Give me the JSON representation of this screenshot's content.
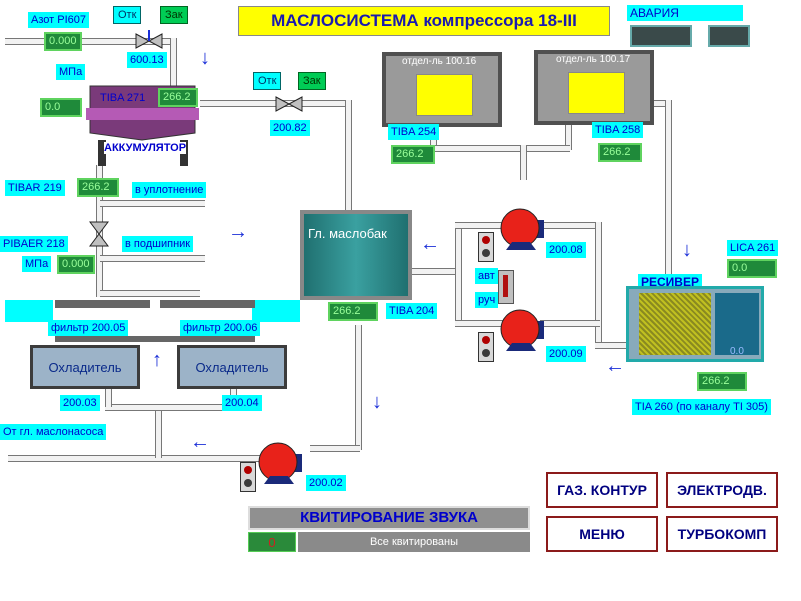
{
  "title": "МАСЛОСИСТЕМА компрессора 18-III",
  "alarm": {
    "label": "АВАРИЯ",
    "value1": "",
    "value2": ""
  },
  "nitrogen": {
    "label": "Азот PI607",
    "value": "0.000",
    "unit": "МПа",
    "left_value": "0.0"
  },
  "valve_600": {
    "open": "Отк",
    "close": "Зак",
    "id": "600.13"
  },
  "valve_200_82": {
    "open": "Отк",
    "close": "Зак",
    "id": "200.82"
  },
  "accumulator": {
    "label": "АККУМУЛЯТОР",
    "tag": "TIBA 271",
    "value": "266.2"
  },
  "tibar219": {
    "label": "TIBAR 219",
    "value": "266.2"
  },
  "pibaer218": {
    "label": "PIBAER 218",
    "unit": "МПа",
    "value": "0.000"
  },
  "to_seal": "в уплотнение",
  "to_bearing": "в подшипник",
  "filters": {
    "f1": "фильтр 200.05",
    "f2": "фильтр 200.06"
  },
  "coolers": {
    "c1": "Охладитель",
    "c2": "Охладитель",
    "id1": "200.03",
    "id2": "200.04"
  },
  "from_pump": "От гл. маслонасоса",
  "separators": {
    "s1": "отдел-ль 100.16",
    "s2": "отдел-ль 100.17",
    "t1": "TIBA 254",
    "t2": "TIBA 258",
    "v1": "266.2",
    "v2": "266.2"
  },
  "main_tank": {
    "label": "Гл. маслобак",
    "tag": "TIBA 204",
    "value": "266.2"
  },
  "pumps": {
    "p1": "200.08",
    "p2": "200.09",
    "p3": "200.02",
    "auto": "авт",
    "manual": "руч"
  },
  "receiver": {
    "label": "РЕСИВЕР",
    "lica": "LICA 261",
    "lica_value": "0.0",
    "levels": [
      "",
      "",
      "0.0"
    ],
    "tia": "TIA 260 (по каналу TI 305)",
    "tia_value": "266.2"
  },
  "ack": {
    "title": "КВИТИРОВАНИЕ ЗВУКА",
    "count": "0",
    "status": "Все квитированы"
  },
  "nav": {
    "gas": "ГАЗ. КОНТУР",
    "electro": "ЭЛЕКТРОДВ.",
    "menu": "МЕНЮ",
    "turbo": "ТУРБОКОМП"
  }
}
